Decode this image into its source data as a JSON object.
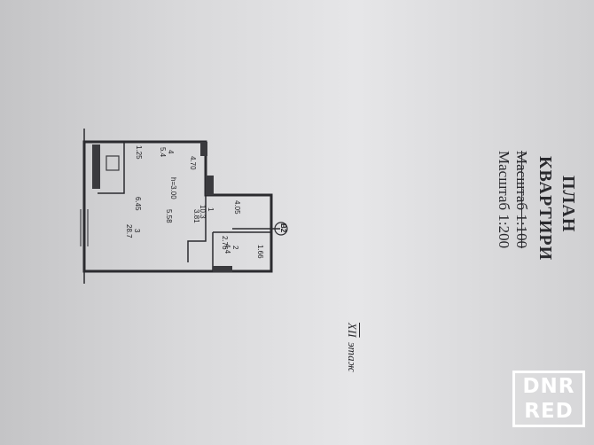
{
  "document": {
    "title_line1": "ПЛАН",
    "title_line2": "КВАРТИРИ",
    "scale_old": "Масштаб 1:100",
    "scale_new": "Масштаб 1:200",
    "floor_number": "XII",
    "floor_word": "этаж"
  },
  "plan": {
    "axis_mark": "В2",
    "ceiling_height": "h=3.00",
    "rooms": [
      {
        "number": "1",
        "area": "10.3"
      },
      {
        "number": "2",
        "area": "4.4"
      },
      {
        "number": "3",
        "area": "28.7"
      },
      {
        "number": "4",
        "area": "5.4"
      }
    ],
    "dimensions": [
      "1.25",
      "4.70",
      "6.45",
      "5.58",
      "3.81",
      "4.05",
      "2.76",
      "1.66"
    ]
  },
  "watermark": {
    "line1": "DNR",
    "line2": "RED"
  }
}
